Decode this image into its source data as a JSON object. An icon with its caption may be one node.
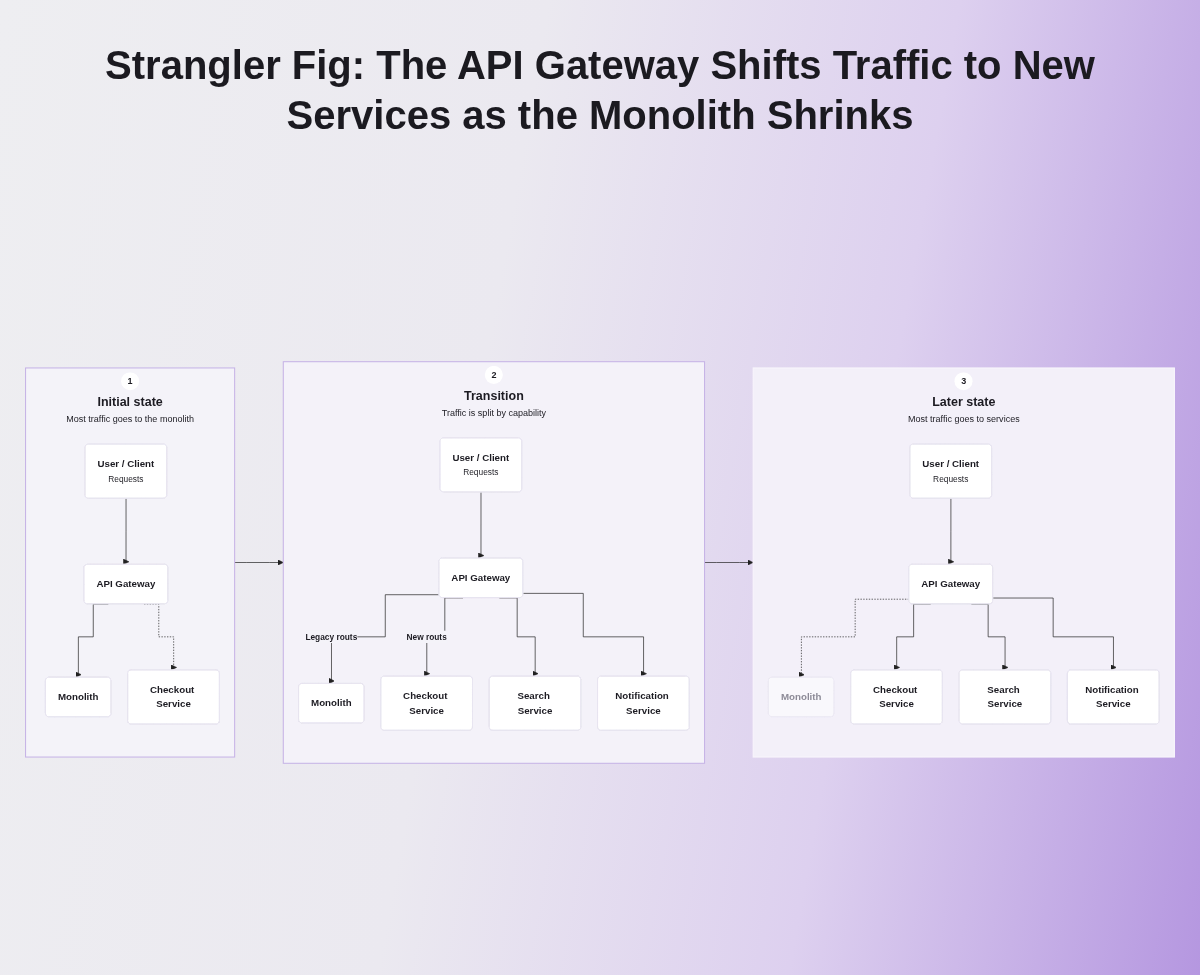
{
  "diagram": {
    "title": "Strangler Fig: The API Gateway Shifts Traffic to New Services as the Monolith Shrinks",
    "nodes": [
      {
        "text": [
          "1",
          "Initial state",
          "Most traffic goes to the monolith"
        ]
      },
      {
        "text": [
          "User / Client",
          "Requests"
        ],
        "in": 0
      },
      {
        "text": [
          "API Gateway"
        ],
        "in": 0
      },
      {
        "text": [
          "Monolith"
        ],
        "in": 0
      },
      {
        "text": [
          "Checkout Service"
        ],
        "in": 0
      },
      {
        "text": [
          "2",
          "Transition",
          "Traffic is split by capability"
        ]
      },
      {
        "text": [
          "User / Client",
          "Requests"
        ],
        "in": 5
      },
      {
        "text": [
          "API Gateway"
        ],
        "in": 5
      },
      {
        "text": [
          "Monolith"
        ],
        "in": 5
      },
      {
        "text": [
          "Checkout Service"
        ],
        "in": 5
      },
      {
        "text": [
          "Search Service"
        ],
        "in": 5
      },
      {
        "text": [
          "Notification Service"
        ],
        "in": 5
      },
      {
        "text": [
          "3",
          "Later state",
          "Most traffic goes to services"
        ]
      },
      {
        "text": [
          "User / Client",
          "Requests"
        ],
        "in": 12
      },
      {
        "text": [
          "API Gateway"
        ],
        "in": 12
      },
      {
        "text": [
          "Monolith"
        ],
        "in": 12
      },
      {
        "text": [
          "Checkout Service"
        ],
        "in": 12
      },
      {
        "text": [
          "Search Service"
        ],
        "in": 12
      },
      {
        "text": [
          "Notification Service"
        ],
        "in": 12
      }
    ],
    "edges": [
      {
        "from": 1,
        "to": 2,
        "arrow": "to"
      },
      {
        "from": 2,
        "to": 3,
        "arrow": "to"
      },
      {
        "from": 2,
        "to": 4,
        "arrow": "to",
        "style": "dashed"
      },
      {
        "from": 0,
        "to": 5,
        "arrow": "to"
      },
      {
        "from": 6,
        "to": 7,
        "arrow": "to"
      },
      {
        "from": 7,
        "to": 8,
        "arrow": "to",
        "label": "Legacy routs"
      },
      {
        "from": 7,
        "to": 9,
        "arrow": "to",
        "label": "New routs"
      },
      {
        "from": 7,
        "to": 10,
        "arrow": "to"
      },
      {
        "from": 7,
        "to": 11,
        "arrow": "to"
      },
      {
        "from": 5,
        "to": 12,
        "arrow": "to"
      },
      {
        "from": 13,
        "to": 14,
        "arrow": "to"
      },
      {
        "from": 14,
        "to": 15,
        "arrow": "to",
        "style": "dashed"
      },
      {
        "from": 14,
        "to": 16,
        "arrow": "to"
      },
      {
        "from": 14,
        "to": 17,
        "arrow": "to"
      },
      {
        "from": 14,
        "to": 18,
        "arrow": "to"
      }
    ]
  }
}
